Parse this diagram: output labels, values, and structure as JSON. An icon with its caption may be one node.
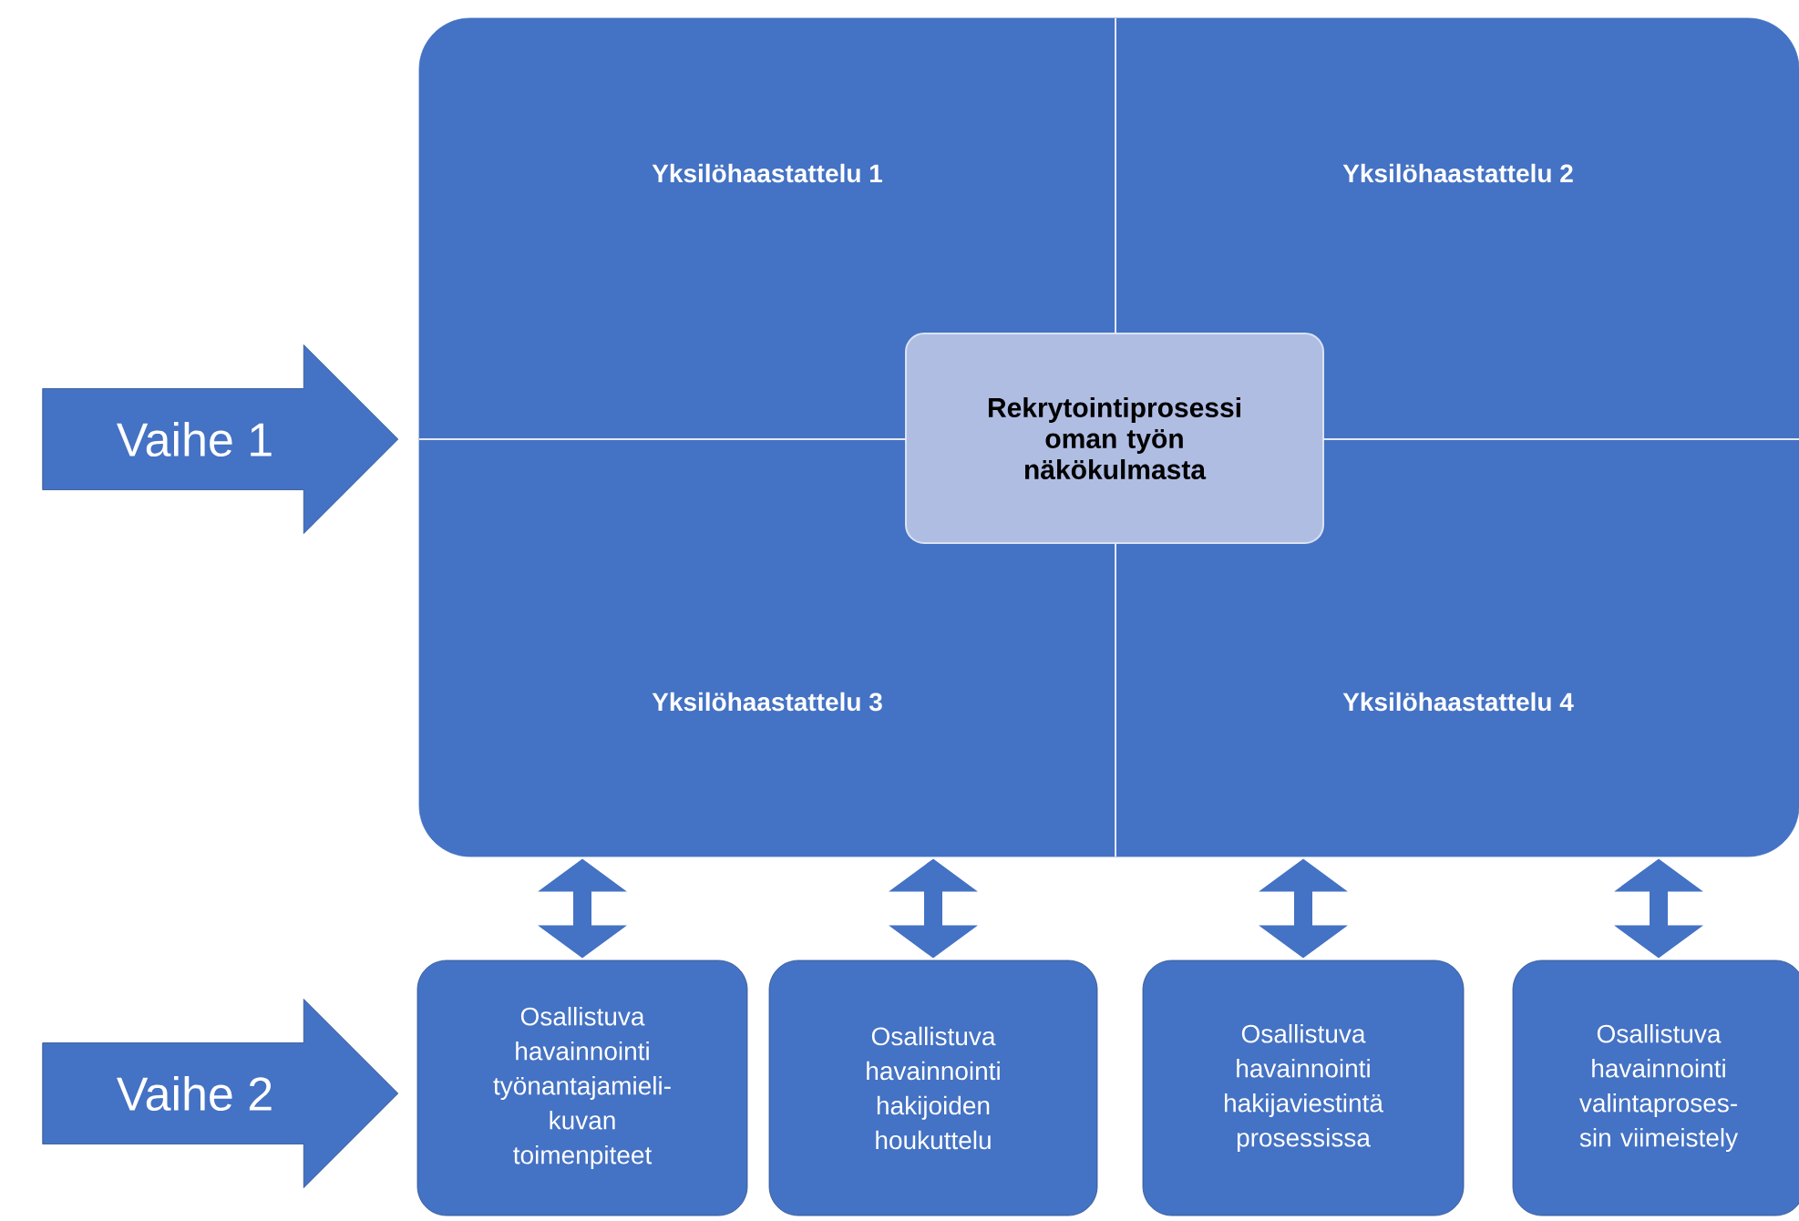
{
  "diagram": {
    "nodes": [
      {
        "text": [],
        "shape": "box"
      },
      {
        "text": [
          "Yksilöhaastattelu 1"
        ],
        "in": 0
      },
      {
        "text": [
          "Yksilöhaastattelu 2"
        ],
        "in": 0
      },
      {
        "text": [
          "Yksilöhaastattelu 3"
        ],
        "in": 0
      },
      {
        "text": [
          "Yksilöhaastattelu 4"
        ],
        "in": 0
      },
      {
        "text": [
          "Rekrytointiprosessi oman työn näkökulmasta"
        ],
        "in": 0
      },
      {
        "text": [
          "Vaihe 1"
        ]
      },
      {
        "text": [
          "Vaihe 2"
        ]
      },
      {
        "text": [
          "Osallistuva havainnointi työnantajamieli- kuvan toimenpiteet"
        ]
      },
      {
        "text": [
          "Osallistuva havainnointi hakijoiden houkuttelu"
        ]
      },
      {
        "text": [
          "Osallistuva havainnointi hakijaviestintä prosessissa"
        ]
      },
      {
        "text": [
          "Osallistuva havainnointi valintaproses- sin viimeistely"
        ]
      }
    ],
    "edges": [
      {
        "from": 0,
        "to": 8,
        "arrow": "both"
      },
      {
        "from": 0,
        "to": 9,
        "arrow": "both"
      },
      {
        "from": 0,
        "to": 10,
        "arrow": "both"
      },
      {
        "from": 0,
        "to": 11,
        "arrow": "both"
      }
    ]
  }
}
